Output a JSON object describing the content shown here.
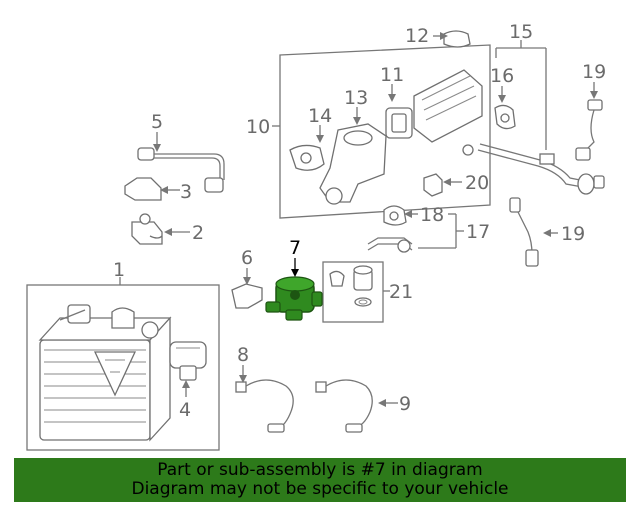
{
  "callouts": {
    "c1": "1",
    "c2": "2",
    "c3": "3",
    "c4": "4",
    "c5": "5",
    "c6": "6",
    "c7": "7",
    "c8": "8",
    "c9": "9",
    "c10": "10",
    "c11": "11",
    "c12": "12",
    "c13": "13",
    "c14": "14",
    "c15": "15",
    "c16": "16",
    "c17": "17",
    "c18": "18",
    "c19a": "19",
    "c19b": "19",
    "c20": "20",
    "c21": "21"
  },
  "banner": {
    "line1": "Part or sub-assembly is #7 in diagram",
    "line2": "Diagram may not be specific to your vehicle"
  },
  "colors": {
    "banner_bg": "#2d7a1a",
    "highlight_part": "#2f8a1f",
    "line_art": "#707070"
  }
}
